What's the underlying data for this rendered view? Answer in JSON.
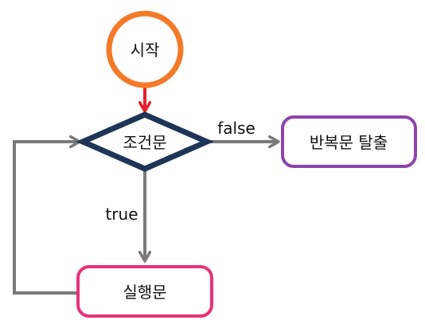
{
  "nodes": {
    "start": {
      "label": "시작"
    },
    "condition": {
      "label": "조건문"
    },
    "exit": {
      "label": "반복문 탈출"
    },
    "execute": {
      "label": "실행문"
    }
  },
  "edges": {
    "false_label": "false",
    "true_label": "true"
  },
  "colors": {
    "start_border": "#F47A2A",
    "start_arrow": "#E8202A",
    "condition_border": "#1D3557",
    "exit_border": "#8E44AD",
    "execute_border": "#E8317A",
    "connector": "#7A7A7A"
  }
}
